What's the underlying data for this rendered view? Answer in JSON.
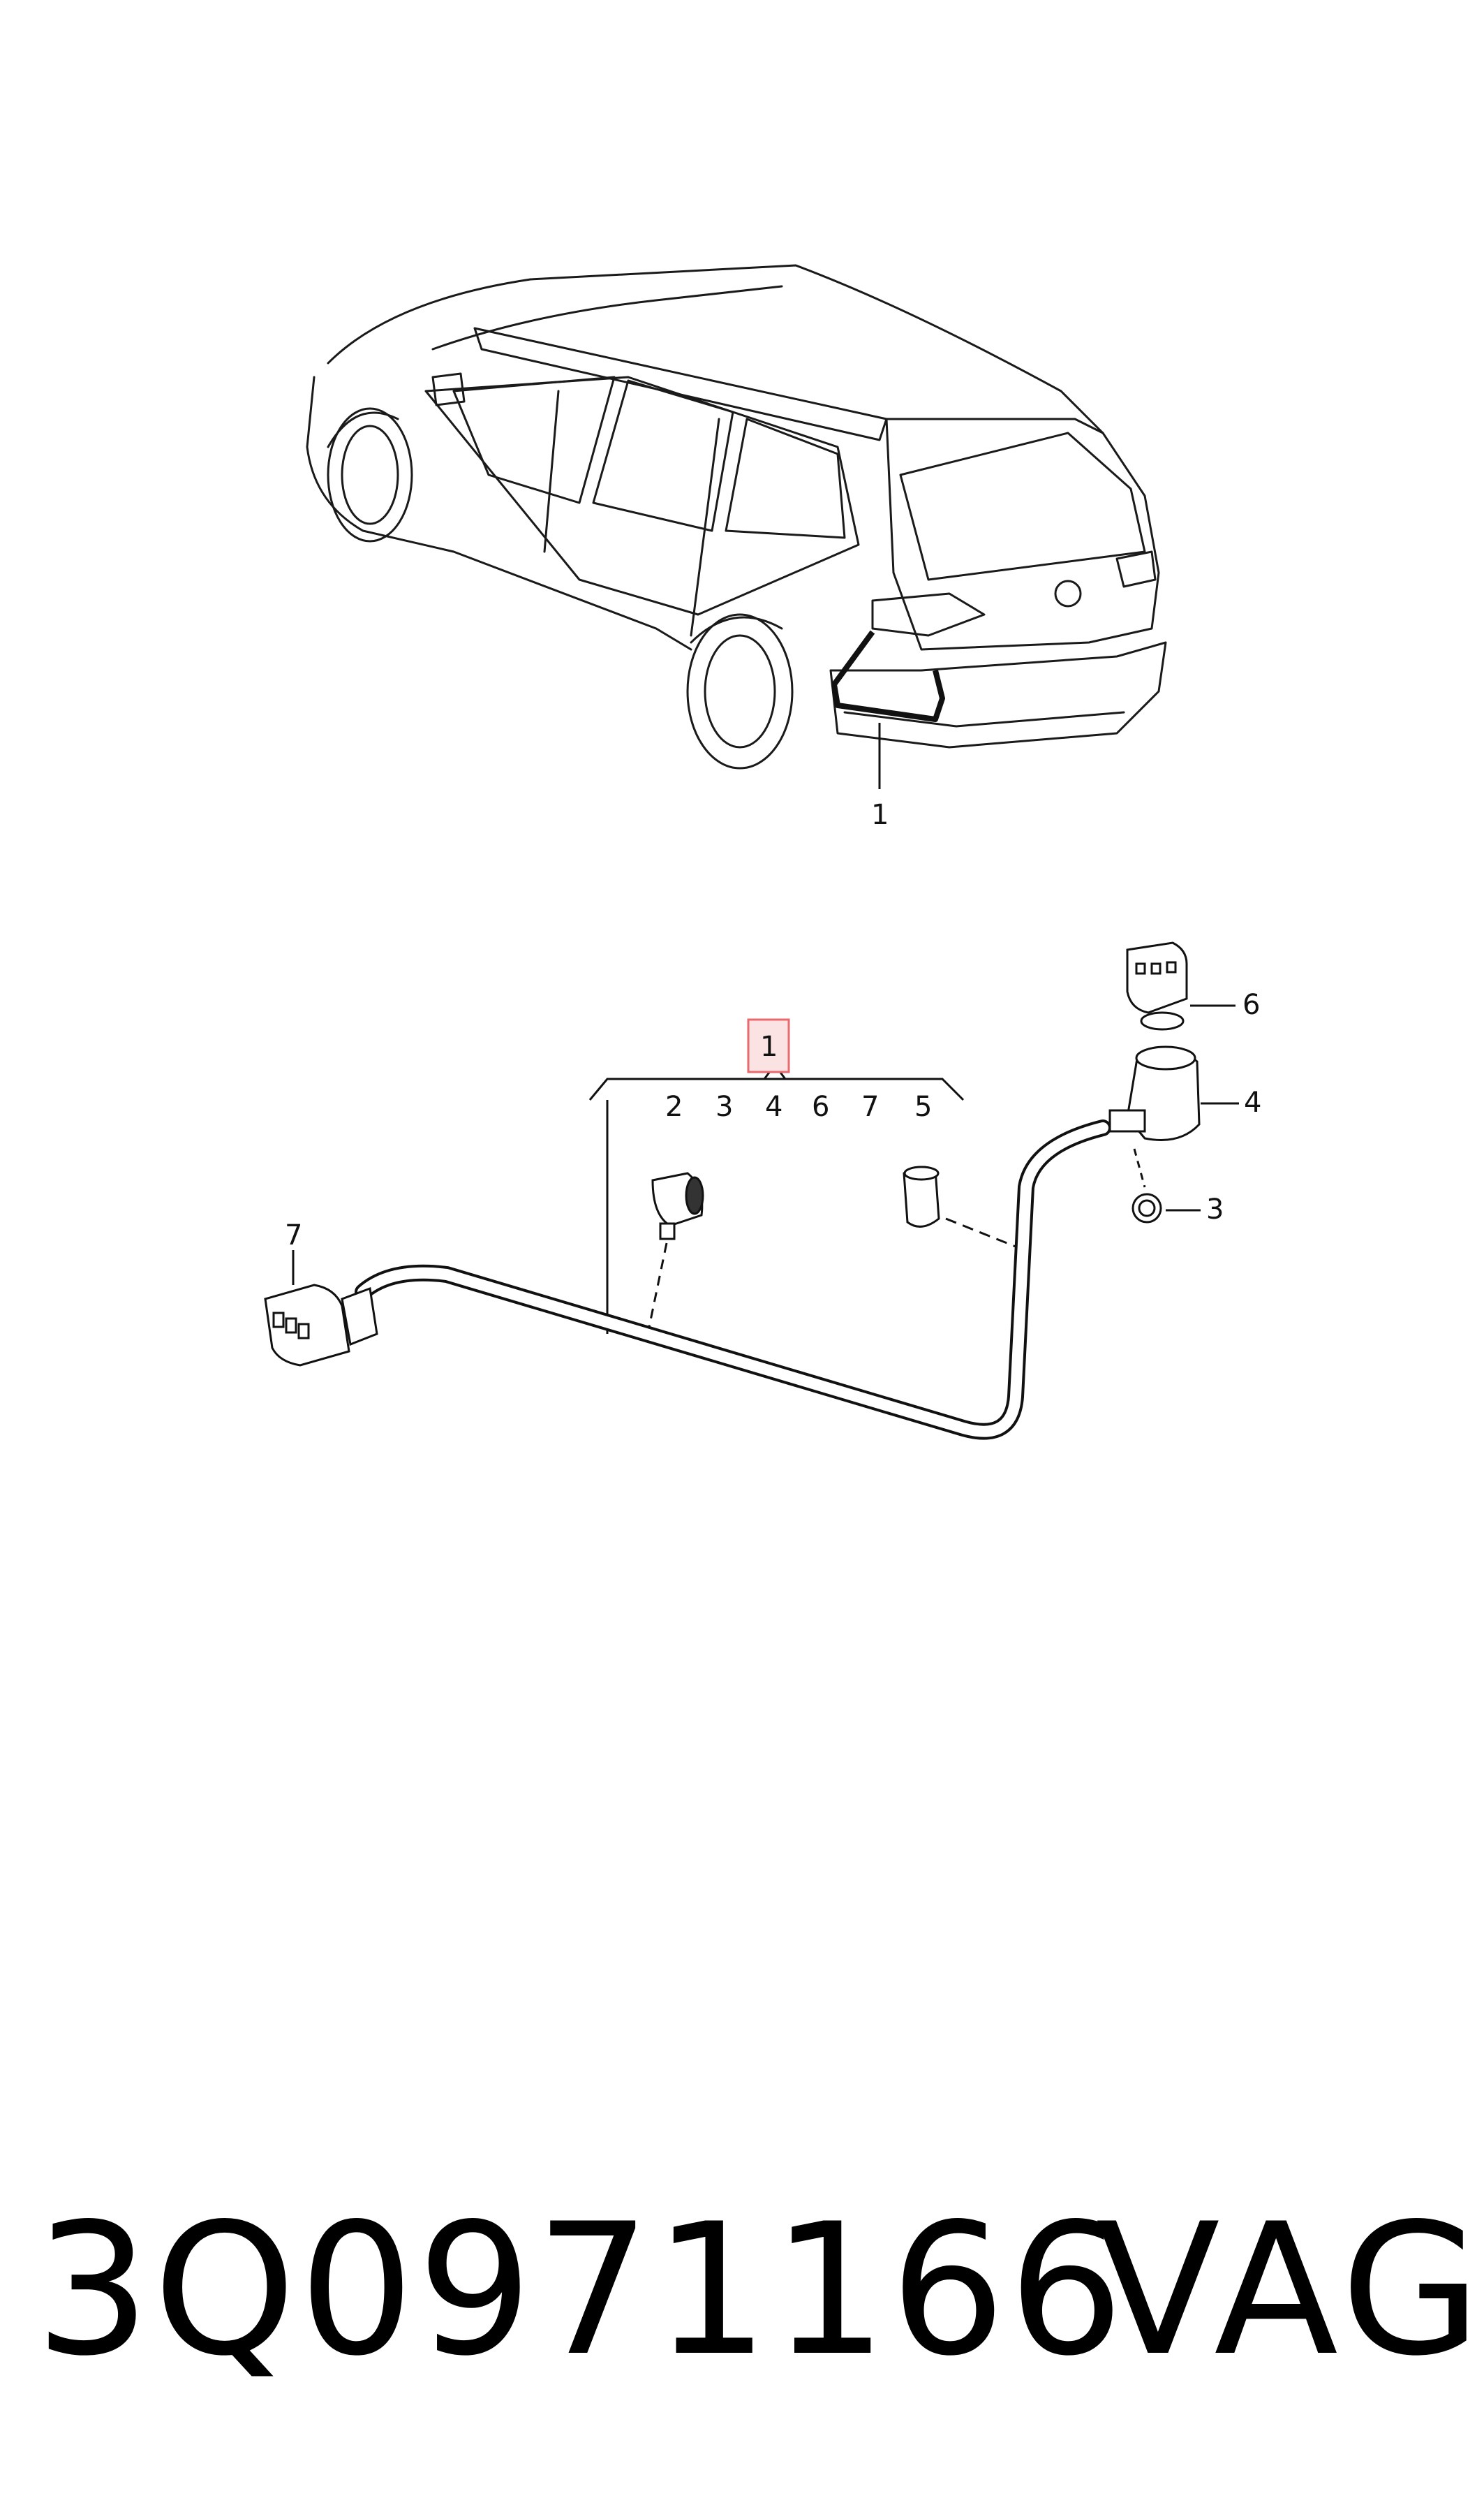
{
  "car_callout": "1",
  "group_callout": "1",
  "group_numbers": [
    "2",
    "3",
    "4",
    "6",
    "7",
    "5"
  ],
  "part_callouts": {
    "connector_right": "6",
    "grommet_housing": "4",
    "bush": "3",
    "connector_left": "7"
  },
  "part_number": "3Q0971166",
  "brand": "VAG",
  "colors": {
    "line": "#1a1a1a",
    "highlight_box": "#e8696e",
    "highlight_fill": "#fbe3e4"
  }
}
